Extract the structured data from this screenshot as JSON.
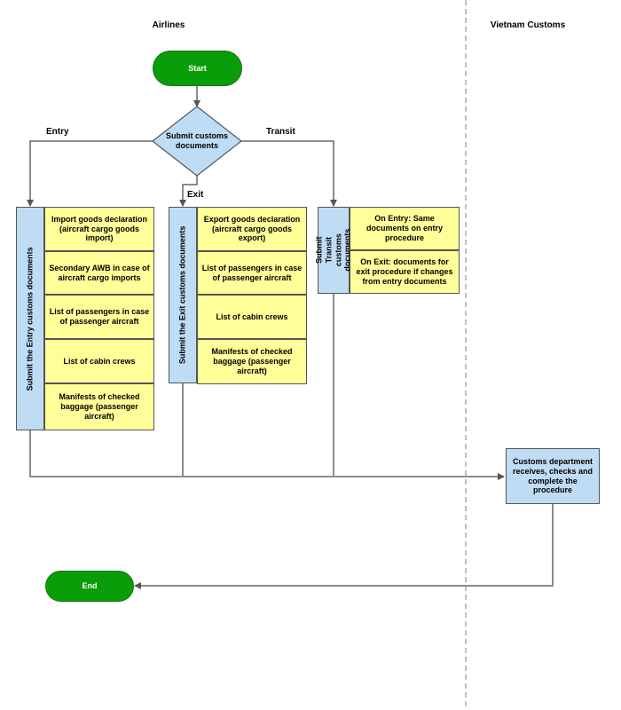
{
  "lanes": {
    "airlines": "Airlines",
    "customs": "Vietnam Customs"
  },
  "nodes": {
    "start": "Start",
    "decision": "Submit customs documents",
    "end": "End",
    "entry_header": "Submit the Entry customs documents",
    "exit_header": "Submit the Exit customs documents",
    "transit_header": "Submit Transit customs documents",
    "customs_process": "Customs department receives, checks and complete the procedure"
  },
  "edges": {
    "entry": "Entry",
    "exit": "Exit",
    "transit": "Transit"
  },
  "entry_docs": [
    "Import goods declaration (aircraft cargo goods import)",
    "Secondary AWB in case of aircraft cargo imports",
    "List of passengers in case of passenger aircraft",
    "List of cabin crews",
    "Manifests of checked baggage (passenger aircraft)"
  ],
  "exit_docs": [
    "Export goods declaration (aircraft cargo goods export)",
    "List of passengers in case of passenger aircraft",
    "List of cabin crews",
    "Manifests of checked baggage (passenger aircraft)"
  ],
  "transit_docs": [
    "On Entry: Same documents on entry procedure",
    "On Exit: documents for exit procedure if changes from entry documents"
  ],
  "colors": {
    "terminal": "#0a9d0a",
    "process_blue": "#bfdcf5",
    "document_yellow": "#ffff99",
    "connector": "#666666"
  }
}
